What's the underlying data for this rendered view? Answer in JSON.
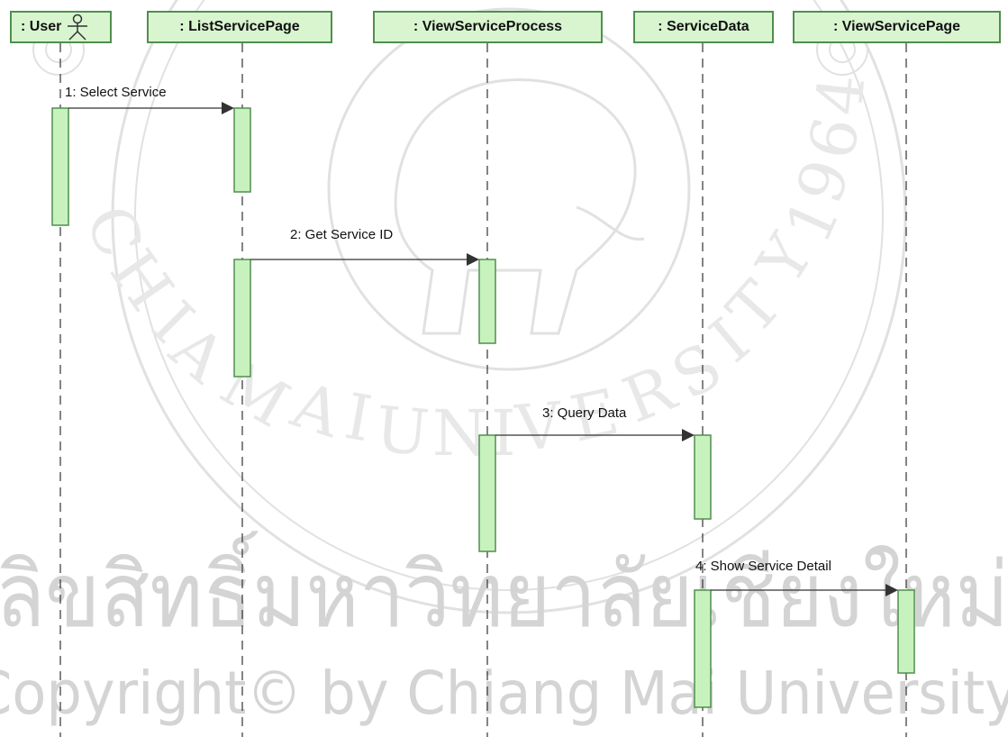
{
  "lifelines": [
    {
      "id": "user",
      "label": ": User",
      "actor_icon": "stick-figure-icon"
    },
    {
      "id": "list-service-page",
      "label": ": ListServicePage"
    },
    {
      "id": "view-service-process",
      "label": ": ViewServiceProcess"
    },
    {
      "id": "service-data",
      "label": ": ServiceData"
    },
    {
      "id": "view-service-page",
      "label": ": ViewServicePage"
    }
  ],
  "messages": [
    {
      "label": "1: Select Service",
      "from": "user",
      "to": "list-service-page"
    },
    {
      "label": "2: Get Service ID",
      "from": "list-service-page",
      "to": "view-service-process"
    },
    {
      "label": "3: Query Data",
      "from": "view-service-process",
      "to": "service-data"
    },
    {
      "label": "4: Show Service Detail",
      "from": "service-data",
      "to": "view-service-page"
    }
  ],
  "watermark": {
    "seal_lettering": "CHIANG MAI UNIVERSITY 1964",
    "thai_text": "ลิขสิทธิ์มหาวิทยาลัยเชียงใหม่",
    "copyright_text": "Copyright© by Chiang Mai University"
  },
  "colors": {
    "box_fill": "#d9f5d0",
    "box_border": "#4f8f4f",
    "activation_fill": "#c8f2bd",
    "watermark": "#c9c9c9"
  }
}
